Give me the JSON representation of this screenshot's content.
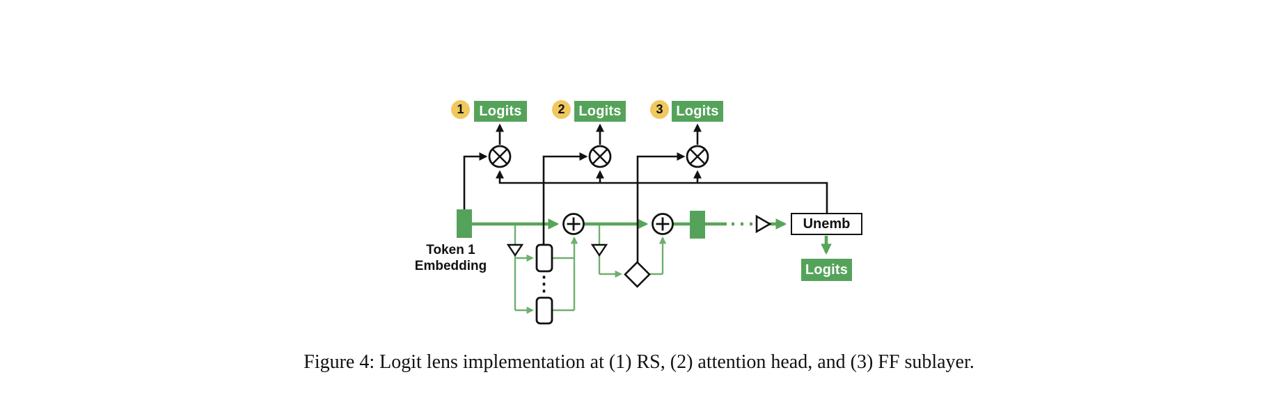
{
  "figure": {
    "caption": "Figure 4: Logit lens implementation at (1) RS, (2) attention head, and (3) FF sublayer."
  },
  "diagram": {
    "probes": [
      {
        "badge": "1",
        "logits_label": "Logits"
      },
      {
        "badge": "2",
        "logits_label": "Logits"
      },
      {
        "badge": "3",
        "logits_label": "Logits"
      }
    ],
    "embedding_label_line1": "Token 1",
    "embedding_label_line2": "Embedding",
    "unemb_label": "Unemb",
    "output_logits_label": "Logits"
  },
  "colors": {
    "green_fill": "#55A35A",
    "green_line_thick": "#57A557",
    "green_line_thin": "#6FAF6F",
    "badge_yellow": "#EFC85E",
    "line_black": "#111111",
    "logits_text_white": "#FFFFFF"
  }
}
